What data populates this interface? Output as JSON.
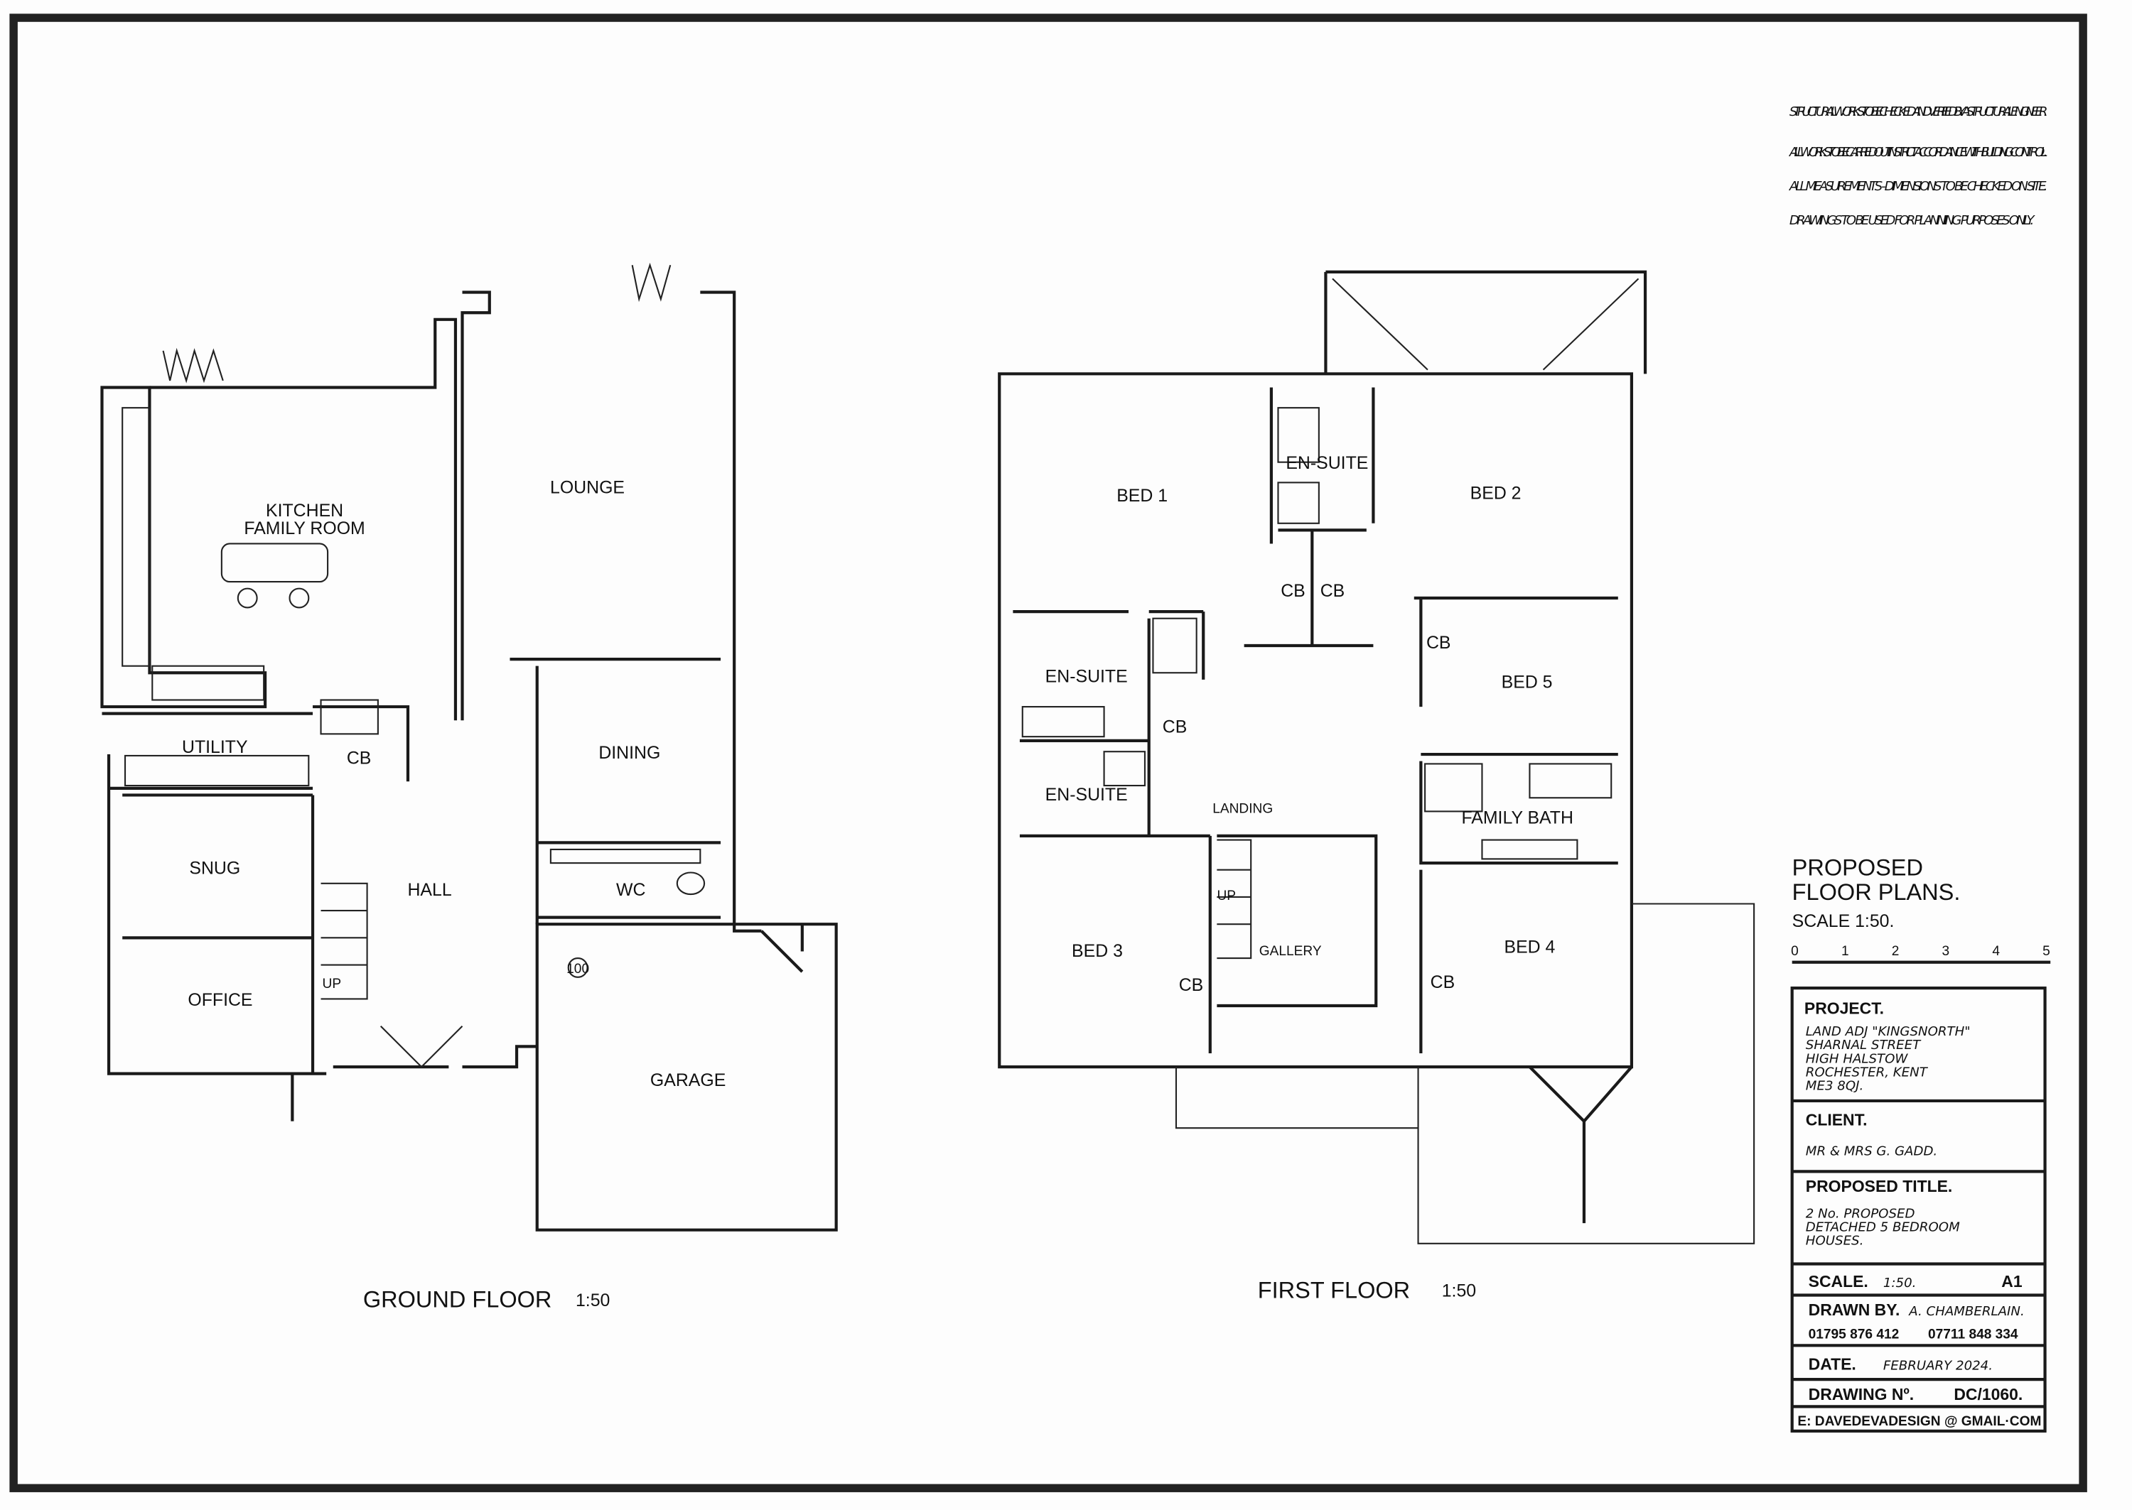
{
  "notes": [
    "STRUCTURAL WORKS TO BE CHECKED AND VERIFIED BY A STRUCTURAL ENGINEER.",
    "ALL WORKS TO BE CARRIED OUT IN STRICT ACCORDANCE WITH BUILDING CONTROL.",
    "ALL MEASUREMENTS - DIMENSIONS TO BE CHECKED ON SITE.",
    "DRAWINGS TO BE USED FOR PLANNING PURPOSES ONLY."
  ],
  "ground_floor": {
    "title": "GROUND FLOOR",
    "scale": "1:50",
    "rooms": {
      "kitchen_1": "KITCHEN",
      "kitchen_2": "FAMILY ROOM",
      "lounge": "LOUNGE",
      "utility": "UTILITY",
      "cb": "CB",
      "dining": "DINING",
      "snug": "SNUG",
      "hall": "HALL",
      "wc": "WC",
      "office": "OFFICE",
      "up": "UP",
      "garage": "GARAGE",
      "cylinder": "100"
    }
  },
  "first_floor": {
    "title": "FIRST FLOOR",
    "scale": "1:50",
    "rooms": {
      "bed1": "BED 1",
      "ensuite_main": "EN-SUITE",
      "bed2": "BED 2",
      "cb1": "CB",
      "cb2": "CB",
      "cb_bed5": "CB",
      "bed5": "BED 5",
      "ensuite_a": "EN-SUITE",
      "cb_landing": "CB",
      "ensuite_b": "EN-SUITE",
      "landing": "LANDING",
      "family_bath": "FAMILY BATH",
      "up": "UP",
      "bed3": "BED 3",
      "gallery": "GALLERY",
      "bed4": "BED 4",
      "cb_bed3": "CB",
      "cb_bed4": "CB"
    }
  },
  "sheet": {
    "heading_1": "PROPOSED",
    "heading_2": "FLOOR PLANS.",
    "scale_label": "SCALE  1:50.",
    "scale_bar_ticks": [
      "0",
      "1",
      "2",
      "3",
      "4",
      "5"
    ]
  },
  "title_block": {
    "project_label": "PROJECT.",
    "project_lines": [
      "LAND ADJ \"KINGSNORTH\"",
      "SHARNAL STREET",
      "HIGH HALSTOW",
      "ROCHESTER, KENT",
      "ME3 8QJ."
    ],
    "client_label": "CLIENT.",
    "client": "MR & MRS G. GADD.",
    "proposed_title_label": "PROPOSED TITLE.",
    "proposed_title_lines": [
      "2 No. PROPOSED",
      "DETACHED 5 BEDROOM",
      "HOUSES."
    ],
    "scale_label": "SCALE.",
    "scale": "1:50.",
    "sheet_size": "A1",
    "drawn_by_label": "DRAWN BY.",
    "drawn_by": "A. CHAMBERLAIN.",
    "phone_1": "01795 876 412",
    "phone_2": "07711 848 334",
    "date_label": "DATE.",
    "date": "FEBRUARY 2024.",
    "drawing_no_label": "DRAWING Nº.",
    "drawing_no": "DC/1060.",
    "email": "E: DAVEDEVADESIGN @ GMAIL·COM"
  }
}
